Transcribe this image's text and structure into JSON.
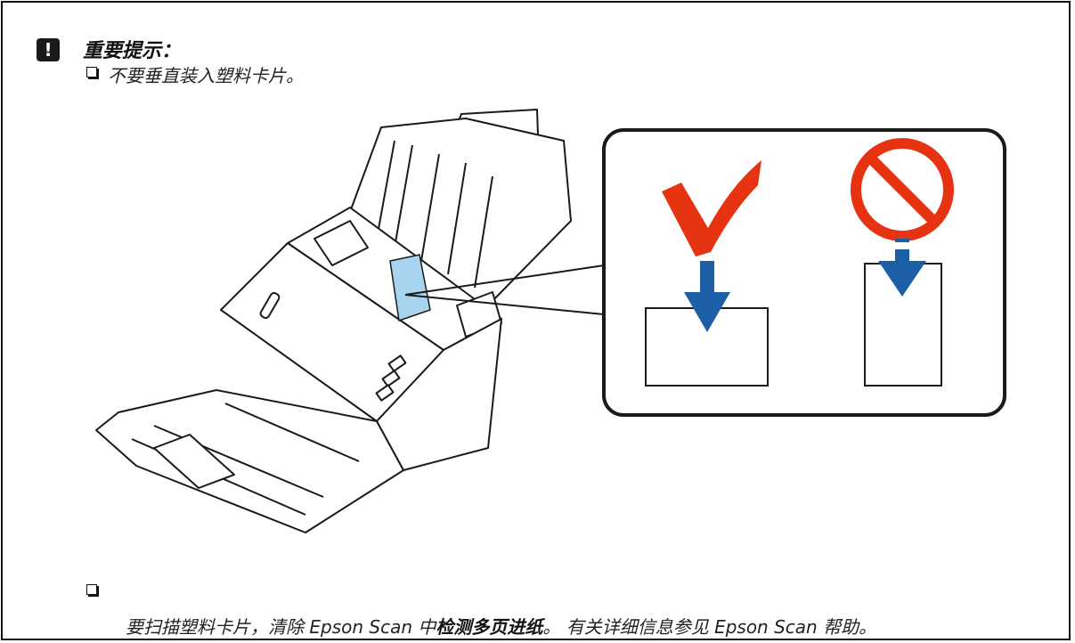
{
  "notice": {
    "title": "重要提示：",
    "icon": "exclamation-icon",
    "icon_glyph": "!",
    "item1": "不要垂直装入塑料卡片。",
    "item2": {
      "before": "要扫描塑料卡片，清除 Epson Scan 中",
      "keyword": "检测多页进纸",
      "after": "。 有关详细信息参见 Epson Scan 帮助。"
    }
  },
  "colors": {
    "check": "#e63312",
    "prohibit": "#e63312",
    "arrow": "#1d5fa6",
    "card_highlight": "#a8d4f0"
  }
}
